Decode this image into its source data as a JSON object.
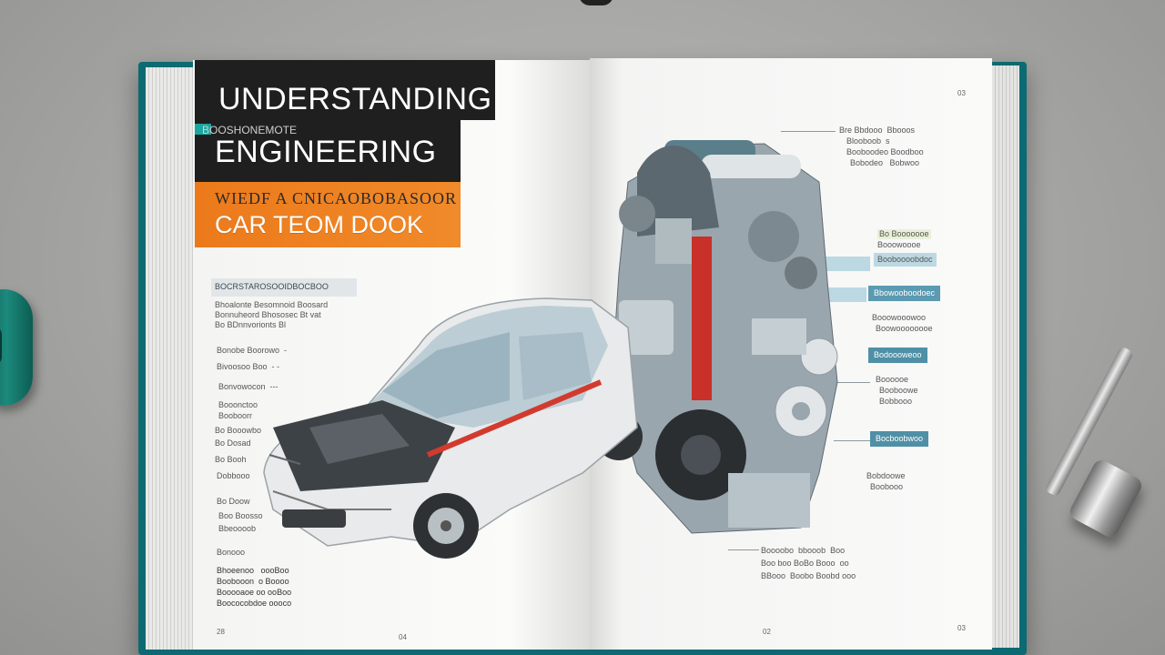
{
  "book": {
    "title_line1": "UNDERSTANDING",
    "title_small": "BOOSHONEMOTE",
    "title_line2": "ENGINEERING",
    "subtitle_line1": "WIEDF A CNICAOBOBASOOR",
    "subtitle_line2": "CAR TEOM DOOK"
  },
  "left_page": {
    "heading_box": "BOCRSTAROSOOIDBOCBOO",
    "paragraph": [
      "Bhoalonte Besomnoid Boosard",
      "Bonnuheord Bhososec Bt vat",
      "Bo BDnnvorionts Bl"
    ],
    "callouts": [
      "Bonobe Boorowo  -",
      "Bivoosoo Boo  - -",
      "Bonvowocon  ---",
      "Booonctoo",
      "Booboorr",
      "Bo Booowbo",
      "Bo Dosad",
      "Bo Booh",
      "Dobbooo",
      "Bo Doow",
      "Boo Boosso",
      "Bbeoooob",
      "Bonooo"
    ],
    "footer": [
      "Bhoeenoo   oooBoo",
      "Boobooon  o Boooo",
      "Booooaoe oo ooBoo",
      "Boococobdoe oooco"
    ],
    "page_numbers": [
      "28",
      "04"
    ]
  },
  "right_page": {
    "page_number_top": "03",
    "top_callout": [
      "Bre Bbdooo  Bbooos",
      "Blooboob  s",
      "Booboodeo Boodboo",
      "Bobodeo   Bobwoo"
    ],
    "callouts": [
      "Bo Booooooe",
      "Booowoooe",
      "Booboooobdoc",
      "Bbowooboodoec",
      "Booowooowoo",
      "Boowoooooooe",
      "Bodoooweoo",
      "Boooooe",
      "Booboowe",
      "Bobbooo",
      "Bocboobwoo",
      "Bobdoowe",
      "Boobooo"
    ],
    "footer": [
      "Boooobo  bbooob  Boo",
      "Boo boo BoBo Booo  oo",
      "BBooo  Boobo Boobd ooo"
    ],
    "page_numbers": [
      "02",
      "03"
    ]
  },
  "colors": {
    "cover": "#0c6a72",
    "title_block": "#1f1f1f",
    "orange_block": "#ec7a1b",
    "accent_red": "#d23a2e",
    "label_teal": "#4f90a6"
  }
}
